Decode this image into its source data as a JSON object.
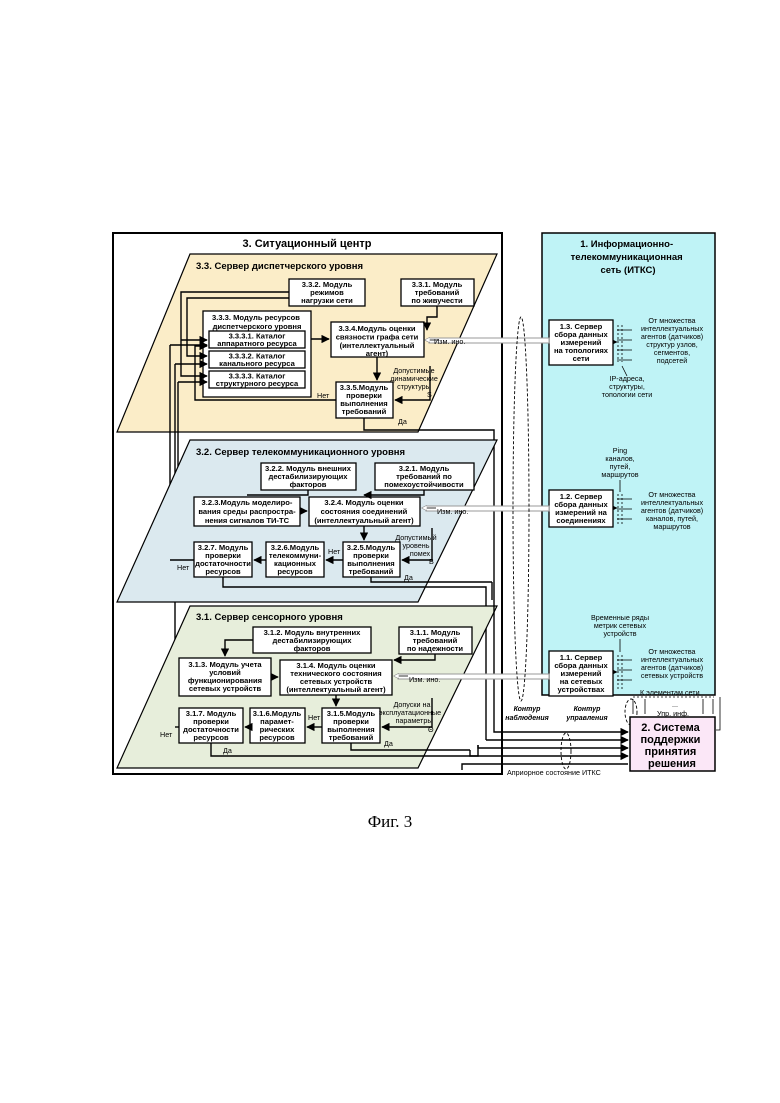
{
  "situation_center": {
    "title": "3. Ситуационный центр",
    "l33": {
      "title": "3.3. Сервер диспетчерского уровня",
      "m332": [
        "3.3.2. Модуль",
        "режимов",
        "нагрузки сети"
      ],
      "m331": [
        "3.3.1. Модуль",
        "требований",
        "по живучести"
      ],
      "m333": [
        "3.3.3. Модуль ресурсов",
        "диспетчерского уровня"
      ],
      "m3331": [
        "3.3.3.1. Каталог",
        "аппаратного ресурса"
      ],
      "m3332": [
        "3.3.3.2. Каталог",
        "канального ресурса"
      ],
      "m3333": [
        "3.3.3.3. Каталог",
        "структурного ресурса"
      ],
      "m334": [
        "3.3.4.Модуль оценки",
        "связности графа сети",
        "(интеллектуальный",
        "агент)"
      ],
      "m335": [
        "3.3.5.Модуль",
        "проверки",
        "выполнения",
        "требований"
      ],
      "threshold": [
        "Допустимые",
        "динамические",
        "структуры"
      ],
      "sym": "S",
      "no": "Нет",
      "yes": "Да",
      "input": "Изм. ино."
    },
    "l32": {
      "title": "3.2. Сервер телекоммуникационного уровня",
      "m322": [
        "3.2.2. Модуль внешних",
        "дестабилизирующих",
        "факторов"
      ],
      "m321": [
        "3.2.1. Модуль",
        "требований по",
        "помехоустойчивости"
      ],
      "m323": [
        "3.2.3.Модуль моделиро-",
        "вания среды распростра-",
        "нения сигналов ТИ-ТС"
      ],
      "m324": [
        "3.2.4. Модуль оценки",
        "состояния соединений",
        "(интеллектуальный агент)"
      ],
      "m327": [
        "3.2.7. Модуль",
        "проверки",
        "достаточности",
        "ресурсов"
      ],
      "m326": [
        "3.2.6.Модуль",
        "телекоммуни-",
        "кационных",
        "ресурсов"
      ],
      "m325": [
        "3.2.5.Модуль",
        "проверки",
        "выполнения",
        "требований"
      ],
      "threshold": [
        "Допустимый",
        "уровень",
        "помех"
      ],
      "sym": "B",
      "no": "Нет",
      "no2": "Нет",
      "yes": "Да",
      "input": "Изм. ино."
    },
    "l31": {
      "title": "3.1. Сервер сенсорного уровня",
      "m312": [
        "3.1.2. Модуль внутренних",
        "дестабилизирующих",
        "факторов"
      ],
      "m311": [
        "3.1.1. Модуль",
        "требований",
        "по надежности"
      ],
      "m313": [
        "3.1.3. Модуль учета",
        "условий",
        "функционирования",
        "сетевых устройств"
      ],
      "m314": [
        "3.1.4. Модуль оценки",
        "технического состояния",
        "сетевых устройств",
        "(интеллектуальный агент)"
      ],
      "m317": [
        "3.1.7. Модуль",
        "проверки",
        "достаточности",
        "ресурсов"
      ],
      "m316": [
        "3.1.6.Модуль",
        "парамет-",
        "рических",
        "ресурсов"
      ],
      "m315": [
        "3.1.5.Модуль",
        "проверки",
        "выполнения",
        "требований"
      ],
      "threshold": [
        "Допуски на",
        "эксплуатационные",
        "параметры"
      ],
      "sym": "Θ",
      "no": "Нет",
      "no2": "Нет",
      "yes": "Да",
      "input": "Изм. ино."
    }
  },
  "itks": {
    "title": [
      "1. Информационно-",
      "телекоммуникационная",
      "сеть (ИТКС)"
    ],
    "s13": [
      "1.3. Сервер",
      "сбора данных",
      "измерений",
      "на топологиях",
      "сети"
    ],
    "s13_note": [
      "От множества",
      "интеллектуальных",
      "агентов (датчиков)",
      "структур узлов,",
      "сегментов,",
      "подсетей"
    ],
    "s13_out": [
      "IP-адреса,",
      "структуры,",
      "топологии сети"
    ],
    "s12_in": [
      "Ping",
      "каналов,",
      "путей,",
      "маршрутов"
    ],
    "s12": [
      "1.2. Сервер",
      "сбора данных",
      "измерений на",
      "соединениях"
    ],
    "s12_note": [
      "От множества",
      "интеллектуальных",
      "агентов (датчиков)",
      "каналов, путей,",
      "маршрутов"
    ],
    "s11_in": [
      "Временные ряды",
      "метрик сетевых",
      "устройств"
    ],
    "s11": [
      "1.1. Сервер",
      "сбора данных",
      "измерений",
      "на сетевых",
      "устройствах"
    ],
    "s11_note": [
      "От множества",
      "интеллектуальных",
      "агентов (датчиков)",
      "сетевых устройств"
    ],
    "to_elements": "К элементам сети",
    "dots": "...",
    "control": "Упр. инф."
  },
  "dss": {
    "title": [
      "2. Система",
      "поддержки",
      "принятия",
      "решения"
    ]
  },
  "labels": {
    "contour_obs": [
      "Контур",
      "наблюдения"
    ],
    "contour_ctrl": [
      "Контур",
      "управления"
    ],
    "apriori": "Априорное состояние ИТКС"
  },
  "caption": "Фиг. 3",
  "colors": {
    "layer33": "#fbedc8",
    "layer32": "#dbe9ef",
    "layer31": "#e7eedb",
    "itks": "#bff3f6",
    "dss": "#fbe7f7"
  }
}
